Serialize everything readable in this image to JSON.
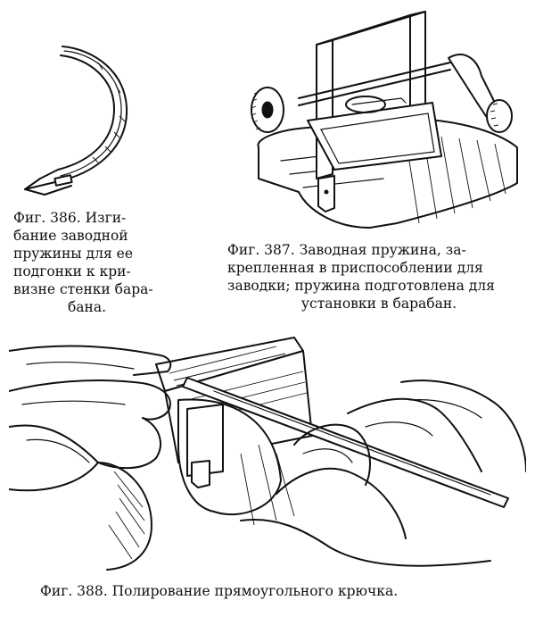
{
  "figures": [
    {
      "id": "386",
      "illustration": "mainspring-bending",
      "caption_lines": [
        "Фиг. 386. Изги-",
        "бание заводной",
        "пружины для ее",
        "подгонки к кри-",
        "визне стенки бара-",
        "бана."
      ]
    },
    {
      "id": "387",
      "illustration": "mainspring-in-winder",
      "caption_lines": [
        "Фиг. 387. Заводная пружина, за-",
        "крепленная в приспособлении для",
        "заводки; пружина подготовлена для",
        "установки в барабан."
      ]
    },
    {
      "id": "388",
      "illustration": "polishing-hook-hands",
      "caption_lines": [
        "Фиг. 388. Полирование прямоугольного крючка."
      ]
    }
  ],
  "colors": {
    "ink": "#111111",
    "paper": "#ffffff"
  }
}
